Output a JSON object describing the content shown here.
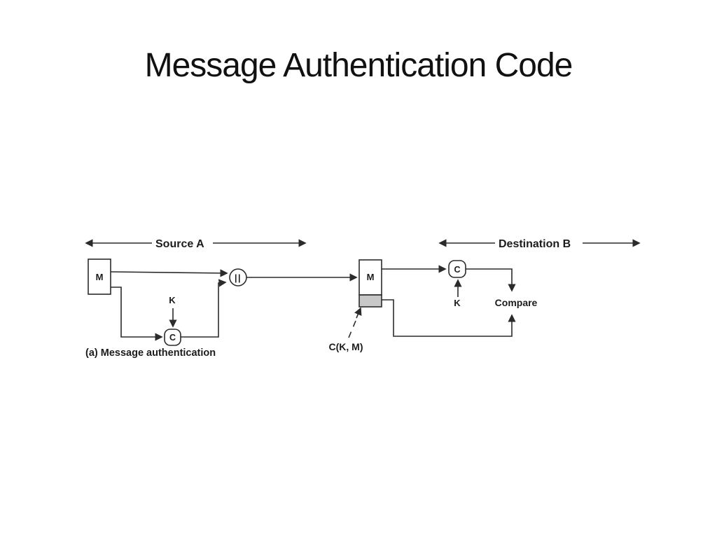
{
  "slide": {
    "title": "Message Authentication Code"
  },
  "diagram": {
    "source_section_label": "Source A",
    "destination_section_label": "Destination B",
    "caption": "(a) Message authentication",
    "colors": {
      "line": "#2b2b2b",
      "text": "#1c1c1c",
      "mac_block_fill": "#c8c8c8",
      "node_fill": "#ffffff"
    },
    "source": {
      "message_block_label": "M",
      "key_label": "K",
      "mac_function_label": "C",
      "concatenation_symbol": "||"
    },
    "transmission": {
      "mac_value_label": "C(K, M)"
    },
    "destination": {
      "message_block_label": "M",
      "key_label": "K",
      "mac_function_label": "C",
      "compare_label": "Compare"
    }
  }
}
